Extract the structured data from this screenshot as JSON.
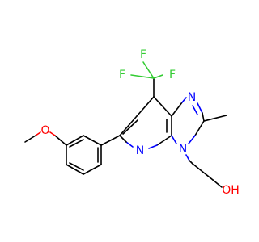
{
  "molecule": {
    "atoms": {
      "F1": {
        "label": "F",
        "color": "#33cc33"
      },
      "F2": {
        "label": "F",
        "color": "#33cc33"
      },
      "F3": {
        "label": "F",
        "color": "#33cc33"
      },
      "N_imine": {
        "label": "N",
        "color": "#0000ff"
      },
      "N_pyridine": {
        "label": "N",
        "color": "#0000ff"
      },
      "N3": {
        "label": "N",
        "color": "#0000ff"
      },
      "O_methoxy": {
        "label": "O",
        "color": "#ff0000"
      },
      "OH": {
        "label": "OH",
        "color": "#ff0000"
      }
    }
  }
}
